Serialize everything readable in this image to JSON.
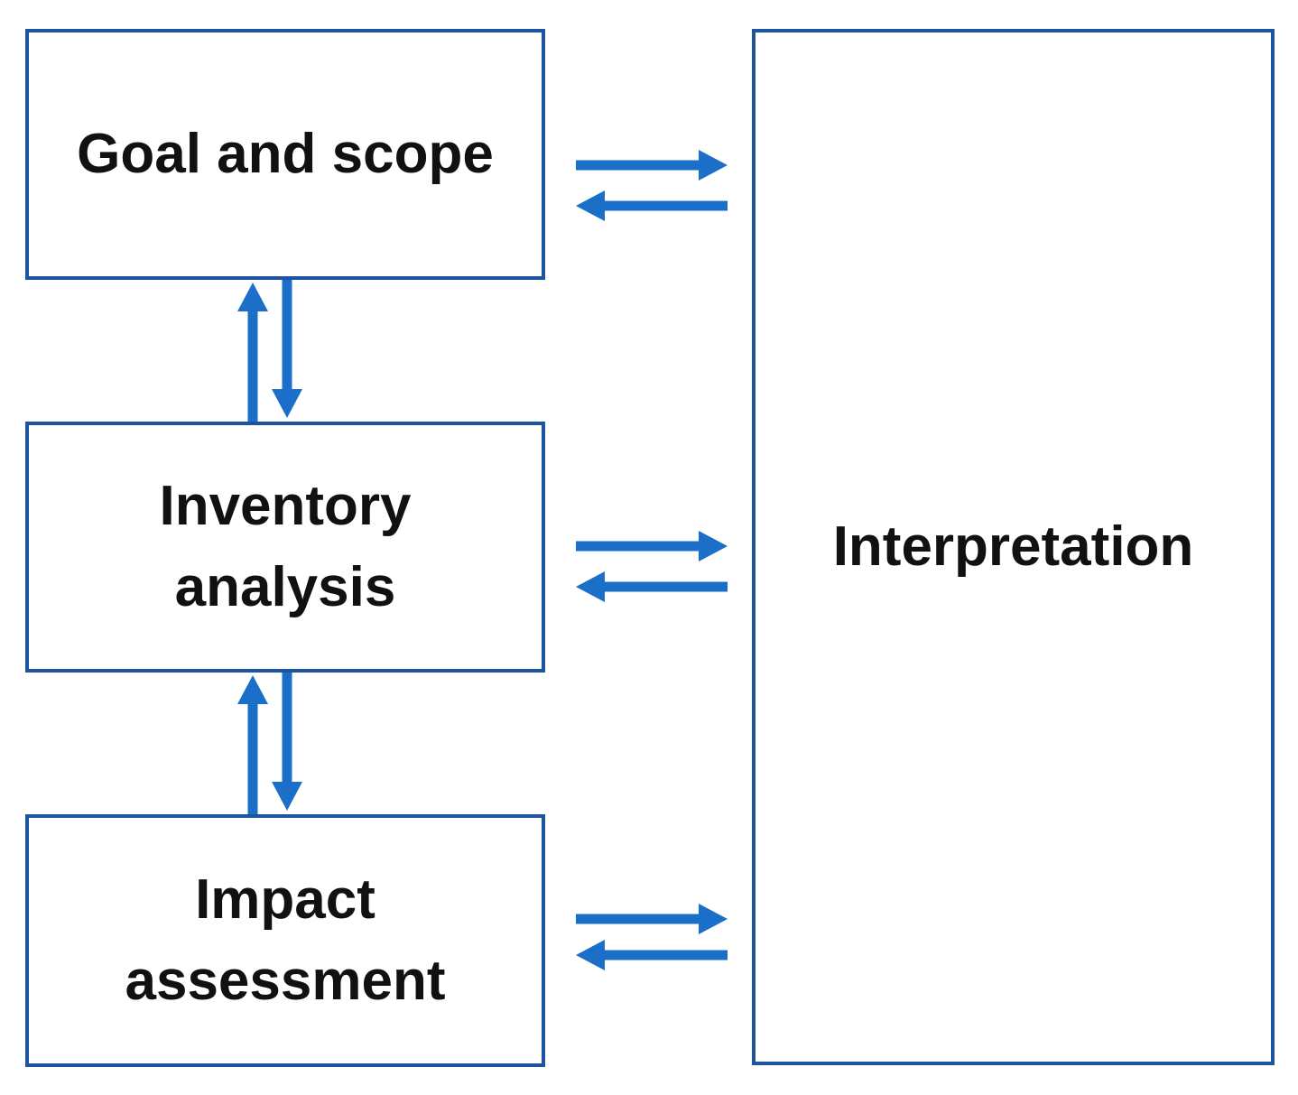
{
  "diagram": {
    "type": "flowchart",
    "nodes": [
      {
        "id": "goal-and-scope",
        "lines": [
          "Goal and scope"
        ]
      },
      {
        "id": "inventory-analysis",
        "lines": [
          "Inventory",
          "analysis"
        ]
      },
      {
        "id": "impact-assessment",
        "lines": [
          "Impact",
          "assessment"
        ]
      },
      {
        "id": "interpretation",
        "lines": [
          "Interpretation"
        ]
      }
    ],
    "connections": [
      {
        "from": "goal-and-scope",
        "to": "inventory-analysis",
        "bidirectional": true
      },
      {
        "from": "inventory-analysis",
        "to": "impact-assessment",
        "bidirectional": true
      },
      {
        "from": "goal-and-scope",
        "to": "interpretation",
        "bidirectional": true
      },
      {
        "from": "inventory-analysis",
        "to": "interpretation",
        "bidirectional": true
      },
      {
        "from": "impact-assessment",
        "to": "interpretation",
        "bidirectional": true
      }
    ]
  },
  "colors": {
    "box_border": "#1E55A0",
    "arrow": "#1B6FC9",
    "text": "#111111",
    "background": "#FFFFFF"
  }
}
